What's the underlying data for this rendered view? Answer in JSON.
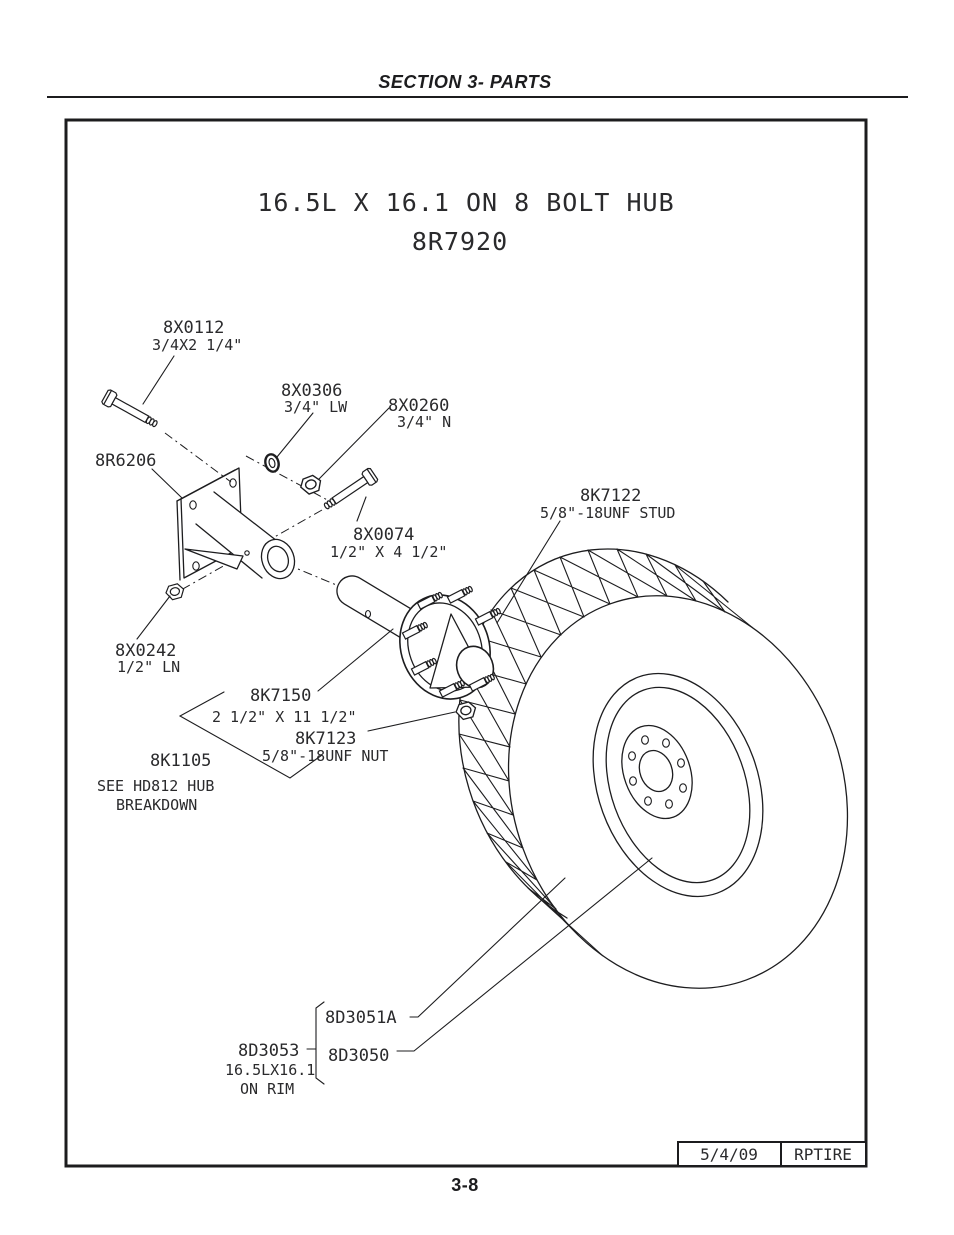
{
  "page": {
    "header": "SECTION 3- PARTS",
    "page_number": "3-8"
  },
  "diagram": {
    "title_line1": "16.5L X 16.1 ON 8 BOLT HUB",
    "title_line2": "8R7920",
    "stamp": {
      "date": "5/4/09",
      "code": "RPTIRE"
    },
    "parts": {
      "bolt_8x0112": {
        "number": "8X0112",
        "spec": "3/4X2 1/4\""
      },
      "washer_8x0306": {
        "number": "8X0306",
        "spec": "3/4\" LW"
      },
      "nut_8x0260": {
        "number": "8X0260",
        "spec": "3/4\" N"
      },
      "bracket_8r6206": {
        "number": "8R6206"
      },
      "stud_8k7122": {
        "number": "8K7122",
        "spec": "5/8\"-18UNF STUD"
      },
      "bolt_8x0074": {
        "number": "8X0074",
        "spec": "1/2\" X 4 1/2\""
      },
      "nut_8x0242": {
        "number": "8X0242",
        "spec": "1/2\" LN"
      },
      "spindle_8k7150": {
        "number": "8K7150",
        "spec": "2 1/2\" X 11 1/2\""
      },
      "nut_8k7123": {
        "number": "8K7123",
        "spec": "5/8\"-18UNF NUT"
      },
      "hub_8k1105": {
        "number": "8K1105",
        "note_line1": "SEE HD812 HUB",
        "note_line2": "BREAKDOWN"
      },
      "tire_8d3051a": {
        "number": "8D3051A"
      },
      "assembly_8d3053": {
        "number": "8D3053",
        "spec_line1": "16.5LX16.1",
        "spec_line2": "ON RIM"
      },
      "rim_8d3050": {
        "number": "8D3050"
      }
    }
  }
}
